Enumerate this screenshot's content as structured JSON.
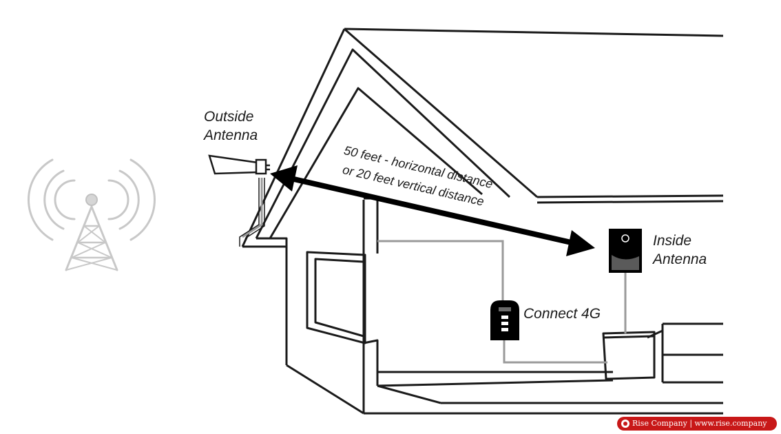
{
  "labels": {
    "outside_antenna_line1": "Outside",
    "outside_antenna_line2": "Antenna",
    "inside_antenna_line1": "Inside",
    "inside_antenna_line2": "Antenna",
    "booster": "Connect 4G",
    "distance_line1": "50 feet - horizontal distance",
    "distance_line2": "or 20 feet vertical distance"
  },
  "watermark": {
    "text": "Rise Company | www.rise.company"
  },
  "icons": [
    "cell-tower-icon",
    "outside-antenna-icon",
    "inside-antenna-icon",
    "booster-icon"
  ],
  "colors": {
    "line": "#1a1a1a",
    "tower": "#c8c8c8",
    "cable": "#9a9a9a",
    "watermark_bg": "#c81818"
  }
}
